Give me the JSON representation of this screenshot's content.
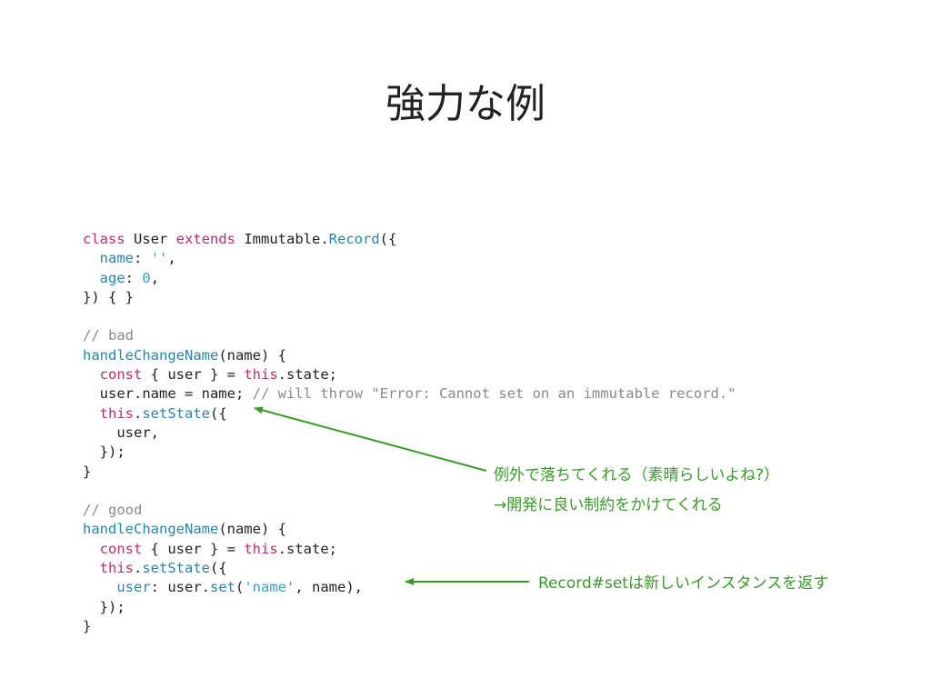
{
  "title": "強力な例",
  "code": {
    "lines": [
      [
        {
          "t": "class",
          "c": "k"
        },
        {
          "t": " User "
        },
        {
          "t": "extends",
          "c": "k"
        },
        {
          "t": " Immutable."
        },
        {
          "t": "Record",
          "c": "f"
        },
        {
          "t": "({"
        }
      ],
      [
        {
          "t": "  "
        },
        {
          "t": "name",
          "c": "f"
        },
        {
          "t": ": "
        },
        {
          "t": "''",
          "c": "s"
        },
        {
          "t": ","
        }
      ],
      [
        {
          "t": "  "
        },
        {
          "t": "age",
          "c": "f"
        },
        {
          "t": ": "
        },
        {
          "t": "0",
          "c": "s"
        },
        {
          "t": ","
        }
      ],
      [
        {
          "t": "}) { }"
        }
      ],
      [
        {
          "t": ""
        }
      ],
      [
        {
          "t": "// bad",
          "c": "c"
        }
      ],
      [
        {
          "t": "handleChangeName",
          "c": "f"
        },
        {
          "t": "(name) {"
        }
      ],
      [
        {
          "t": "  "
        },
        {
          "t": "const",
          "c": "k"
        },
        {
          "t": " { user } = "
        },
        {
          "t": "this",
          "c": "k"
        },
        {
          "t": ".state;"
        }
      ],
      [
        {
          "t": "  user.name = name; "
        },
        {
          "t": "// will throw \"Error: Cannot set on an immutable record.\"",
          "c": "c"
        }
      ],
      [
        {
          "t": "  "
        },
        {
          "t": "this",
          "c": "k"
        },
        {
          "t": "."
        },
        {
          "t": "setState",
          "c": "f"
        },
        {
          "t": "({"
        }
      ],
      [
        {
          "t": "    user,"
        }
      ],
      [
        {
          "t": "  });"
        }
      ],
      [
        {
          "t": "}"
        }
      ],
      [
        {
          "t": ""
        }
      ],
      [
        {
          "t": "// good",
          "c": "c"
        }
      ],
      [
        {
          "t": "handleChangeName",
          "c": "f"
        },
        {
          "t": "(name) {"
        }
      ],
      [
        {
          "t": "  "
        },
        {
          "t": "const",
          "c": "k"
        },
        {
          "t": " { user } = "
        },
        {
          "t": "this",
          "c": "k"
        },
        {
          "t": ".state;"
        }
      ],
      [
        {
          "t": "  "
        },
        {
          "t": "this",
          "c": "k"
        },
        {
          "t": "."
        },
        {
          "t": "setState",
          "c": "f"
        },
        {
          "t": "({"
        }
      ],
      [
        {
          "t": "    "
        },
        {
          "t": "user",
          "c": "f"
        },
        {
          "t": ": user."
        },
        {
          "t": "set",
          "c": "f"
        },
        {
          "t": "("
        },
        {
          "t": "'name'",
          "c": "s"
        },
        {
          "t": ", name),"
        }
      ],
      [
        {
          "t": "  });"
        }
      ],
      [
        {
          "t": "}"
        }
      ]
    ]
  },
  "annotations": {
    "note1_line1": "例外で落ちてくれる（素晴らしいよね?）",
    "note1_line2": "→開発に良い制約をかけてくれる",
    "note2": "Record#setは新しいインスタンスを返す"
  },
  "colors": {
    "keyword": "#b8306a",
    "function": "#2a85a8",
    "string": "#3aa0c0",
    "comment": "#8a8a8a",
    "annotation": "#3a9a2a"
  }
}
